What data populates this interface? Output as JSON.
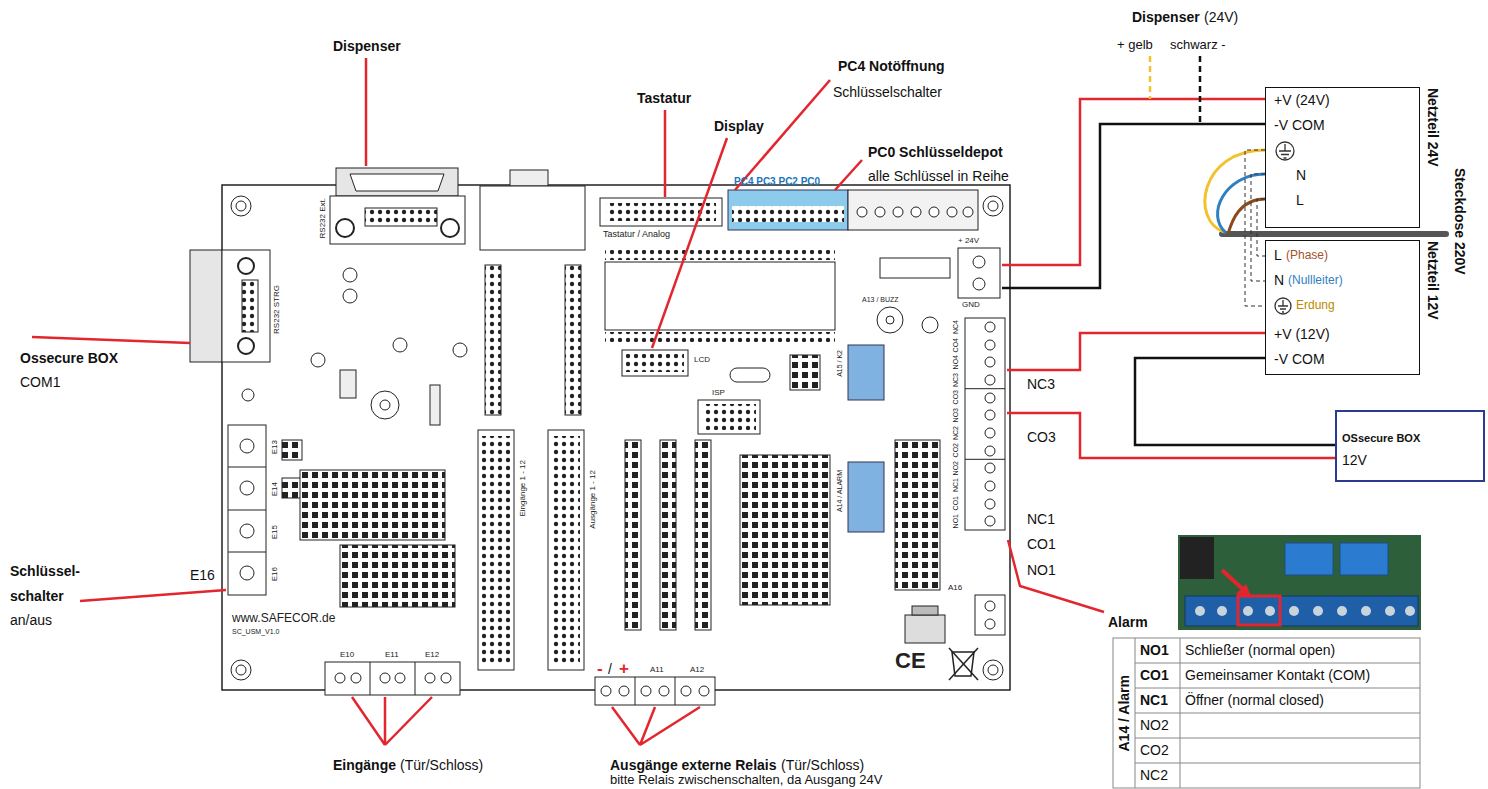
{
  "diagram": {
    "nodes": [
      {
        "text": [
          "+V (24V)",
          "-V COM",
          "N",
          "L",
          "Netzteil 24V"
        ]
      },
      {
        "text": [
          "L",
          "(Phase)",
          "N",
          "(Nullleiter)",
          "Erdung",
          "+V (12V)",
          "-V COM",
          "Netzteil 12V"
        ]
      },
      {
        "text": [
          "OSsecure BOX",
          "12V"
        ]
      }
    ],
    "edges": [
      {
        "from": 0,
        "to": 1,
        "arrow": "none"
      },
      {
        "from": 1,
        "to": 2,
        "arrow": "none"
      }
    ],
    "labels": [
      "Dispenser",
      "Tastatur",
      "Display",
      "PC4 Notöffnung",
      "Schlüsselschalter",
      "PC0 Schlüsseldepot",
      "alle Schlüssel in Reihe",
      "Dispenser",
      "(24V)",
      "+ gelb",
      "schwarz -",
      "Steckdose 220V",
      "Ossecure BOX",
      "COM1",
      "Schlüssel-",
      "schalter",
      "an/aus",
      "E16",
      "Eingänge",
      "(Tür/Schloss)",
      "Ausgänge externe Relais",
      "(Tür/Schloss)",
      "bitte Relais zwischenschalten, da Ausgang 24V",
      "-",
      "/",
      "+",
      "NC3",
      "CO3",
      "NC1",
      "CO1",
      "NO1",
      "Alarm",
      "A14 / Alarm",
      "NO1",
      "Schließer (normal open)",
      "CO1",
      "Gemeinsamer Kontakt (COM)",
      "NC1",
      "Öffner (normal closed)",
      "NO2",
      "CO2",
      "NC2",
      "RS232 Ext.",
      "RS232 STRG",
      "Tastatur / Analog",
      "LCD",
      "ISP",
      "Eingänge 1 - 12",
      "Ausgänge 1 - 12",
      "www.SAFECOR.de",
      "SC_USM_V1.0",
      "A13 / BUZZ",
      "A15 / K2",
      "A14 / ALARM",
      "+ 24V",
      "GND",
      "PC4 PC3 PC2 PC0",
      "E10",
      "E11",
      "E12",
      "A11",
      "A12",
      "A16",
      "E13",
      "E14",
      "E15",
      "E16",
      "NC4",
      "CO4",
      "NO4",
      "NC3",
      "CO3",
      "NO3",
      "NC2",
      "CO2",
      "NO2",
      "NC1",
      "CO1",
      "NO1",
      "CE"
    ]
  }
}
